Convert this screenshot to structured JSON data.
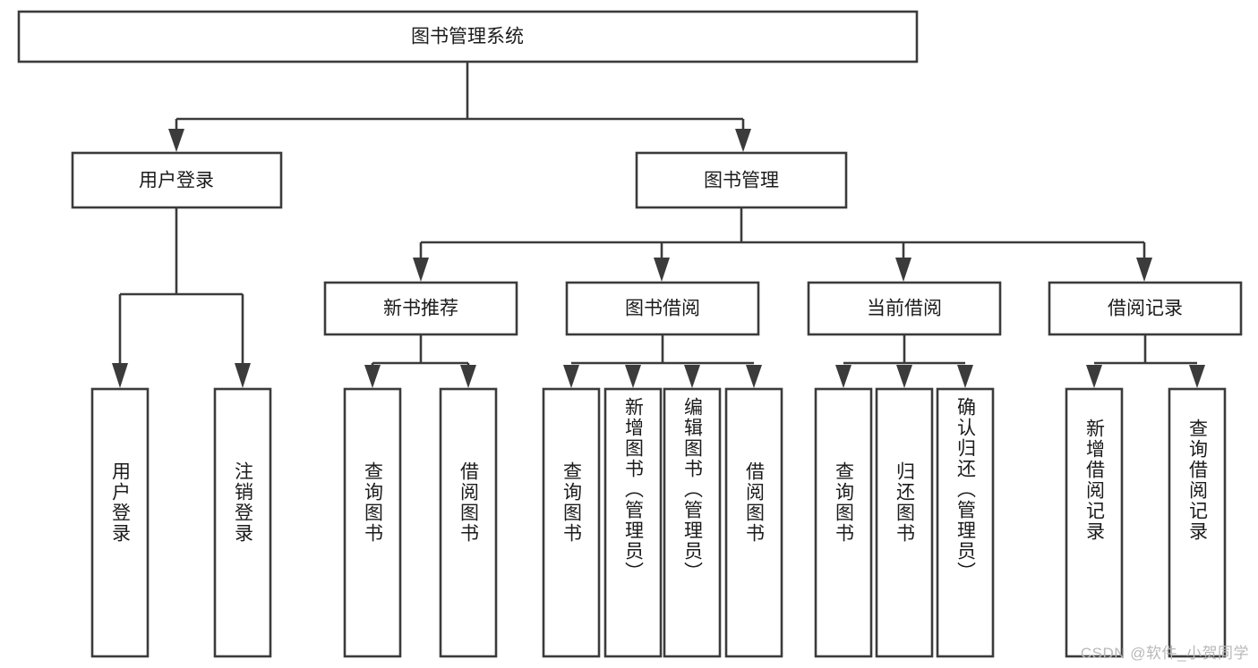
{
  "diagram": {
    "title": "图书管理系统",
    "type": "tree-hierarchy-chart",
    "colors": {
      "box_stroke": "#3b3b3b",
      "box_fill": "#ffffff",
      "text": "#1b1b1b",
      "background": "#ffffff",
      "watermark": "#b9b9b9"
    },
    "root": {
      "label": "图书管理系统"
    },
    "level1": [
      {
        "label": "用户登录"
      },
      {
        "label": "图书管理"
      }
    ],
    "level2": [
      {
        "label": "新书推荐"
      },
      {
        "label": "图书借阅"
      },
      {
        "label": "当前借阅"
      },
      {
        "label": "借阅记录"
      }
    ],
    "leaves": {
      "user_login": [
        {
          "label": "用户登录"
        },
        {
          "label": "注销登录"
        }
      ],
      "new_book_recommend": [
        {
          "label": "查询图书"
        },
        {
          "label": "借阅图书"
        }
      ],
      "book_borrow": [
        {
          "label": "查询图书"
        },
        {
          "label": "新增图书（管理员）"
        },
        {
          "label": "编辑图书（管理员）"
        },
        {
          "label": "借阅图书"
        }
      ],
      "current_borrow": [
        {
          "label": "查询图书"
        },
        {
          "label": "归还图书"
        },
        {
          "label": "确认归还（管理员）"
        }
      ],
      "borrow_record": [
        {
          "label": "新增借阅记录"
        },
        {
          "label": "查询借阅记录"
        }
      ]
    }
  },
  "watermark": {
    "text": "CSDN @软件_小贺同学"
  }
}
